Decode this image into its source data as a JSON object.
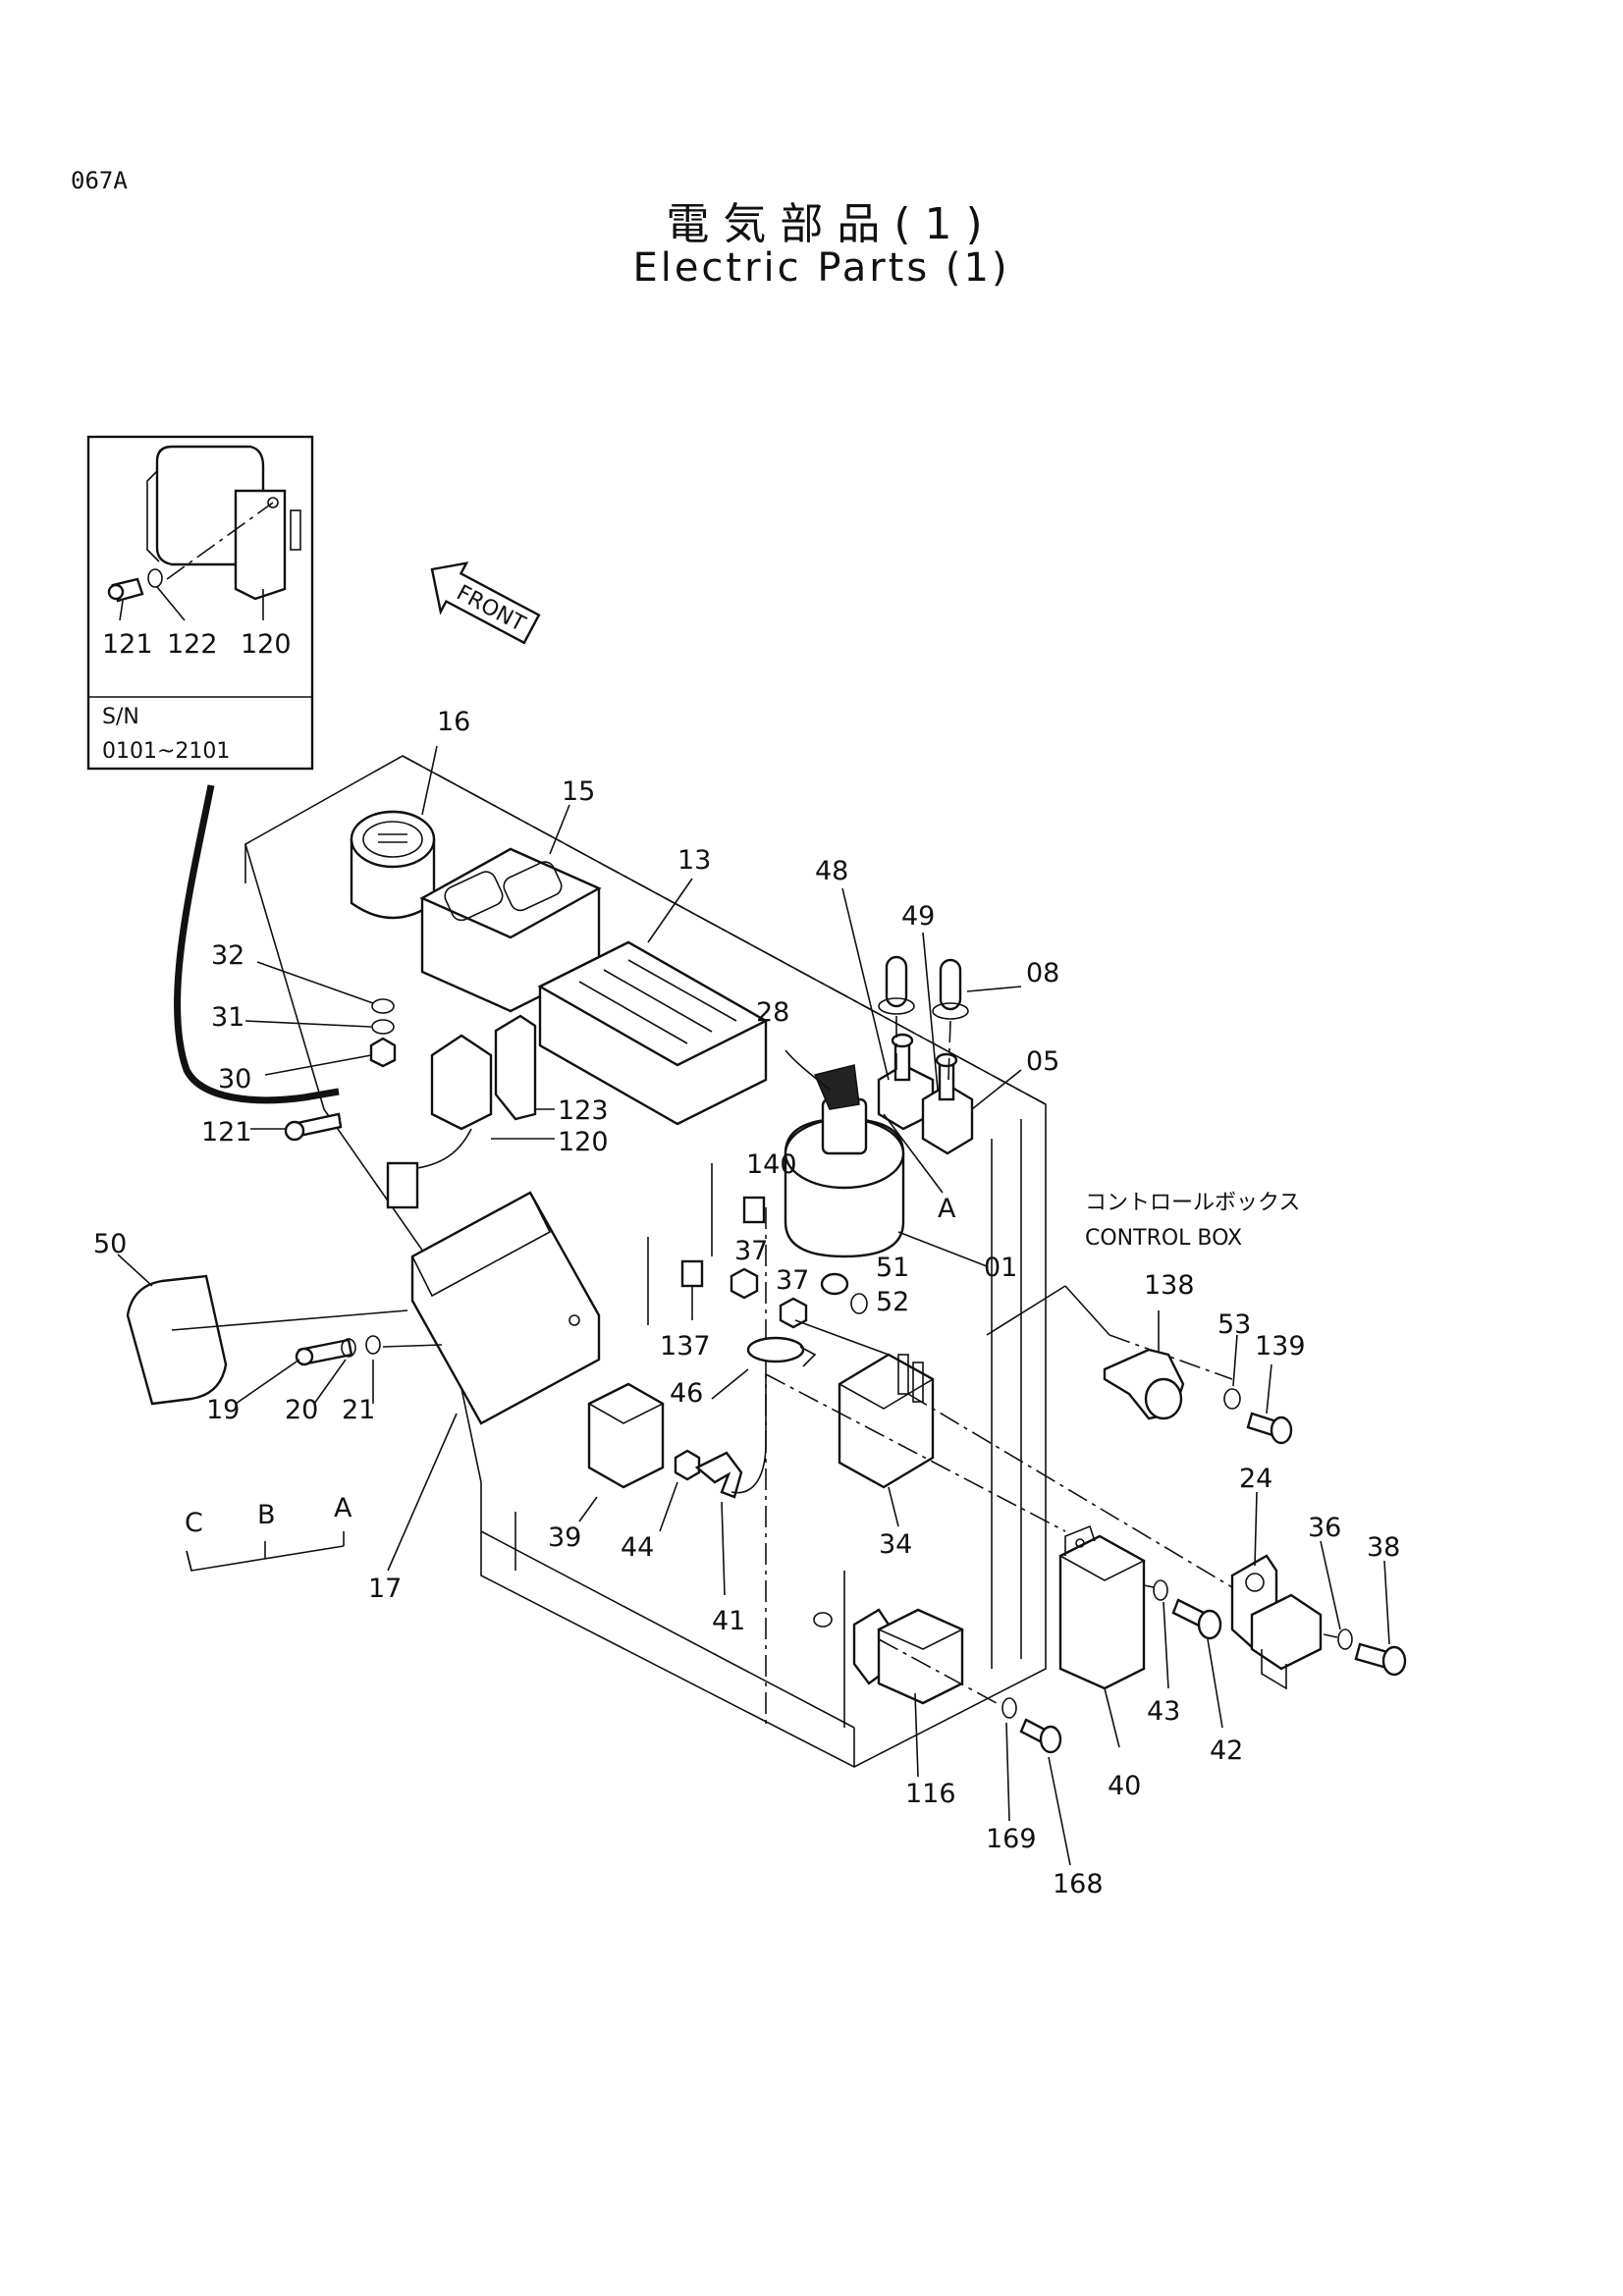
{
  "page_code": "067A",
  "title_jp": "電気部品(1)",
  "title_en": "Electric Parts (1)",
  "inset": {
    "sn_label": "S/N",
    "sn_range": "0101~2101",
    "parts": [
      "121",
      "122",
      "120"
    ]
  },
  "front_arrow_label": "FRONT",
  "control_box_jp": "コントロールボックス",
  "control_box_en": "CONTROL BOX",
  "callouts": {
    "p16": "16",
    "p15": "15",
    "p13": "13",
    "p48": "48",
    "p49": "49",
    "p08": "08",
    "p28": "28",
    "p05": "05",
    "p32": "32",
    "p31": "31",
    "p30": "30",
    "p123": "123",
    "p120": "120",
    "p121": "121",
    "p140": "140",
    "pA1": "A",
    "p01": "01",
    "p50": "50",
    "p37a": "37",
    "p37b": "37",
    "p51": "51",
    "p52": "52",
    "p137": "137",
    "p138": "138",
    "p53": "53",
    "p139": "139",
    "p46": "46",
    "p19": "19",
    "p20": "20",
    "p21": "21",
    "pC": "C",
    "pB": "B",
    "pA2": "A",
    "p17": "17",
    "p39": "39",
    "p44": "44",
    "p41": "41",
    "p34": "34",
    "p24": "24",
    "p36": "36",
    "p38": "38",
    "p43": "43",
    "p42": "42",
    "p40": "40",
    "p116": "116",
    "p169": "169",
    "p168": "168"
  }
}
